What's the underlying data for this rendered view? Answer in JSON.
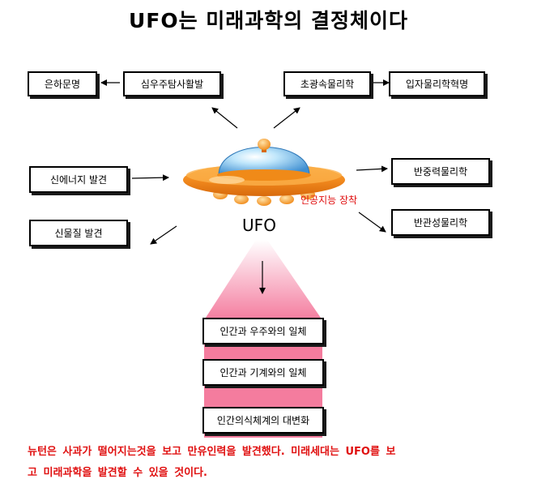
{
  "title": "UFO는  미래과학의  결정체이다",
  "nodes": {
    "galaxy": "은하문명",
    "deep_space": "심우주탐사활발",
    "ultralight": "초광속물리학",
    "particle": "입자물리학혁명",
    "new_energy": "신에너지  발견",
    "antigravity": "반중력물리학",
    "anti_inertia": "반관성물리학",
    "new_matter": "신물질  발견"
  },
  "center": {
    "label": "UFO",
    "ai": "인공지능  장착"
  },
  "beam": [
    "인간과  우주와의  일체",
    "인간과  기계와의  일체",
    "인간의식체계의  대변화"
  ],
  "footer": {
    "line1": "뉴턴은  사과가  떨어지는것을  보고  만유인력을  발견했다.  미래세대는  UFO를  보",
    "line2": "고  미래과학을  발견할  수  있을  것이다."
  },
  "colors": {
    "accent_red": "#e01010",
    "beam_pink": "#f47c9e",
    "saucer_orange": "#f28a1e",
    "dome_blue": "#7fc6ee"
  }
}
